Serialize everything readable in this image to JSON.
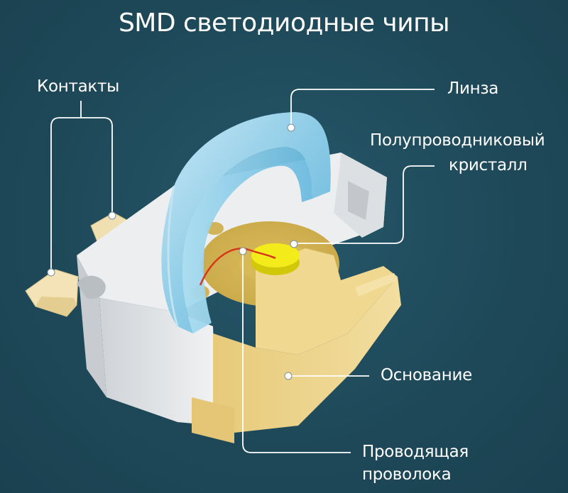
{
  "title": "SMD светодиодные чипы",
  "labels": {
    "contacts": "Контакты",
    "lens": "Линза",
    "crystal_line1": "Полупроводниковый",
    "crystal_line2": "кристалл",
    "base": "Основание",
    "wire_line1": "Проводящая",
    "wire_line2": "проволока"
  },
  "colors": {
    "background": "#1f4b5a",
    "housing": "#e3e6e9",
    "lens": "#9fd3ea",
    "base": "#e8cf86",
    "chip": "#f4ec1a",
    "wire": "#d8361c",
    "leader": "#ffffff"
  }
}
